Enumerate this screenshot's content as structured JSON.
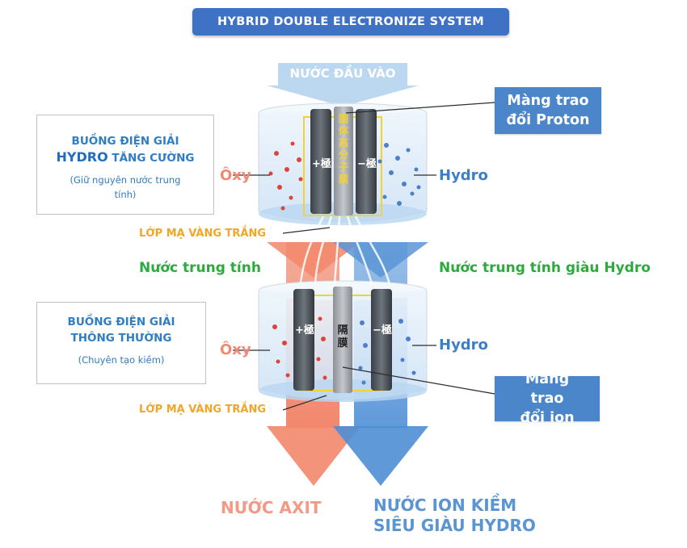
{
  "title": "HYBRID DOUBLE ELECTRONIZE SYSTEM",
  "input_label": "NƯỚC ĐẦU VÀO",
  "chamber1": {
    "line1": "BUỒNG ĐIỆN GIẢI",
    "line2_highlight": "HYDRO",
    "line2_rest": " TĂNG CƯỜNG",
    "note": "(Giữ nguyên nước trung tính)"
  },
  "chamber2": {
    "line1": "BUỒNG ĐIỆN GIẢI",
    "line2": "THÔNG THƯỜNG",
    "note": "(Chuyên tạo kiềm)"
  },
  "proton_membrane": "Màng trao đổi Proton",
  "ion_membrane": "Màng trao đổi ion",
  "oxy_top": "Ôxy",
  "hydro_top": "Hydro",
  "oxy_bottom": "Ôxy",
  "hydro_bottom": "Hydro",
  "plating_top": "LỚP MẠ VÀNG TRẮNG",
  "plating_bottom": "LỚP MẠ VÀNG TRẮNG",
  "neutral_water": "Nước trung tính",
  "neutral_hydro_water": "Nước trung tính giàu Hydro",
  "out_acid": "NƯỚC AXIT",
  "out_alkaline_line1": "NƯỚC ION KIỀM",
  "out_alkaline_line2": "SIÊU GIÀU HYDRO",
  "rod_top_left": "+極",
  "rod_top_center": "固体高分子膜",
  "rod_top_right": "−極",
  "rod_bottom_left": "+極",
  "rod_bottom_center": "隔膜",
  "rod_bottom_right": "−極",
  "colors": {
    "banner": "#3f72c4",
    "oxy": "#f08a73",
    "hydro": "#3c7fc6",
    "gold": "#f1a626",
    "green": "#2daa3d",
    "membrane_box": "#4a86c9"
  }
}
